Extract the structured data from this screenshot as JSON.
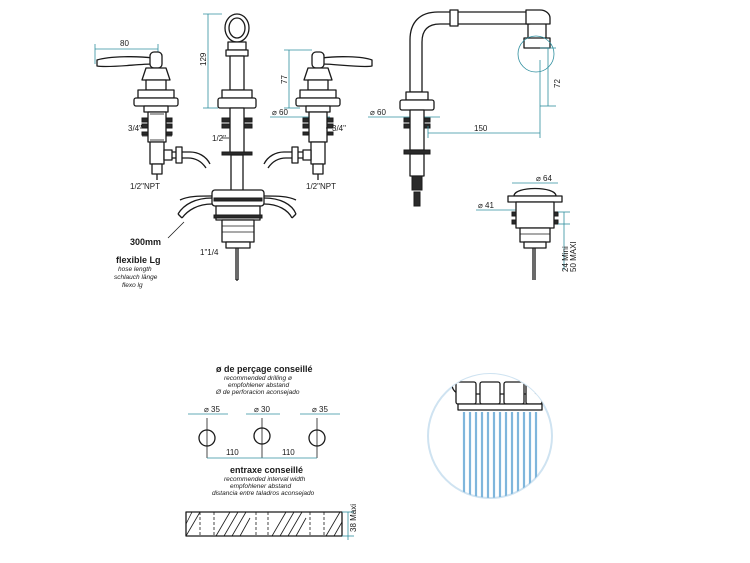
{
  "dimensions": {
    "handle_width": "80",
    "spout_height": "129",
    "lever_height": "77",
    "spout_base_dia": "60",
    "lever_base_dia": "60",
    "outlet_height": "72",
    "spout_reach": "150",
    "drain_dia_top": "64",
    "drain_dia_body": "41",
    "drain_thickness": "24 Mini\n50 MAXI",
    "drill_dia_left": "35",
    "drill_dia_center": "30",
    "drill_dia_right": "35",
    "interval_left": "110",
    "interval_right": "110",
    "deck_thickness": "38 Maxi"
  },
  "labels": {
    "thread_left": "3/4\"",
    "thread_center": "1/2\"",
    "thread_right": "3/4\"",
    "npt_left": "1/2\"NPT",
    "npt_right": "1/2\"NPT",
    "hose_length_value": "300mm",
    "flexible_title": "flexible Lg",
    "flexible_en": "hose length",
    "flexible_de": "schlauch länge",
    "flexible_es": "flexo lg",
    "drain_thread": "1\"1/4",
    "drilling_title": "ø de perçage conseillé",
    "drilling_en": "recommended drilling ø",
    "drilling_de": "empfohlener abstand",
    "drilling_es": "Ø de perforacion aconsejado",
    "interval_title": "entraxe conseillé",
    "interval_en": "recommended interval width",
    "interval_de": "empfohlener abstand",
    "interval_es": "distancia entre taladros aconsejado"
  },
  "colors": {
    "line": "#1a1a1a",
    "dimension": "#2f8f9f",
    "water": "#7fb6dc",
    "detail_circle": "#cfe3f1"
  }
}
